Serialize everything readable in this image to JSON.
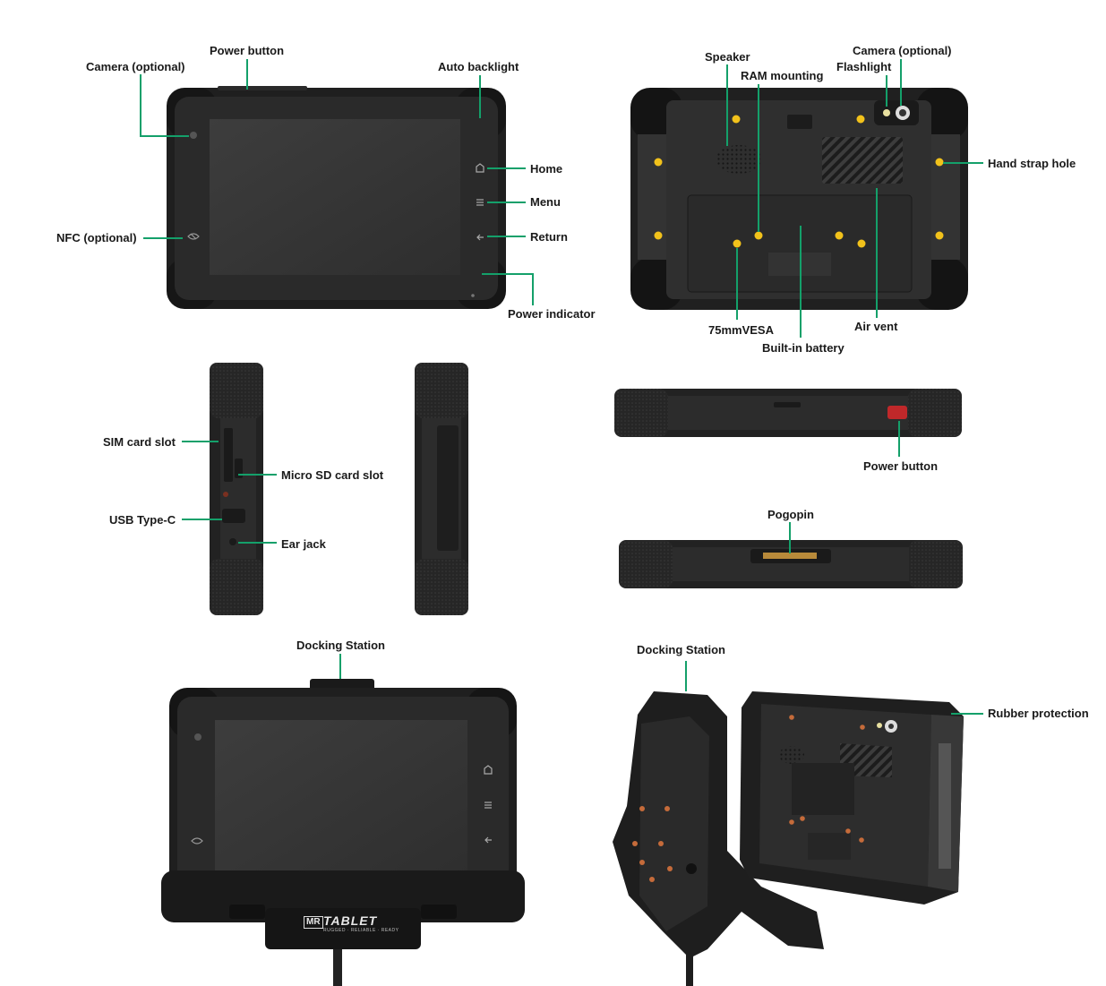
{
  "colors": {
    "callout_line": "#14a06a",
    "device_body": "#2b2b2b",
    "screen": "#3a3a3a",
    "highlight_dot": "#f2c21b",
    "power_button": "#c0282a",
    "copper_screws": "#c56b3a"
  },
  "front_view": {
    "labels": {
      "camera": "Camera (optional)",
      "power_button": "Power button",
      "auto_backlight": "Auto backlight",
      "home": "Home",
      "menu": "Menu",
      "return": "Return",
      "nfc": "NFC (optional)",
      "power_indicator": "Power indicator"
    },
    "icons": [
      "home-icon",
      "menu-icon",
      "return-icon",
      "nfc-icon"
    ]
  },
  "back_view": {
    "labels": {
      "speaker": "Speaker",
      "ram_mounting": "RAM mounting",
      "camera": "Camera (optional)",
      "flashlight": "Flashlight",
      "hand_strap_hole": "Hand strap hole",
      "vesa": "75mmVESA",
      "air_vent": "Air vent",
      "battery": "Built-in battery"
    }
  },
  "left_side_view": {
    "labels": {
      "sim": "SIM card slot",
      "micro_sd": "Micro SD card slot",
      "usb": "USB Type-C",
      "ear_jack": "Ear jack"
    }
  },
  "top_edge_view": {
    "labels": {
      "power_button": "Power button"
    }
  },
  "bottom_edge_view": {
    "labels": {
      "pogopin": "Pogopin"
    }
  },
  "docked_front_view": {
    "labels": {
      "docking_station": "Docking Station"
    },
    "brand": {
      "name": "TABLET",
      "mark": "MR",
      "tagline": "RUGGED · RELIABLE · READY"
    }
  },
  "docked_side_view": {
    "labels": {
      "docking_station": "Docking Station",
      "rubber_protection": "Rubber protection"
    }
  }
}
